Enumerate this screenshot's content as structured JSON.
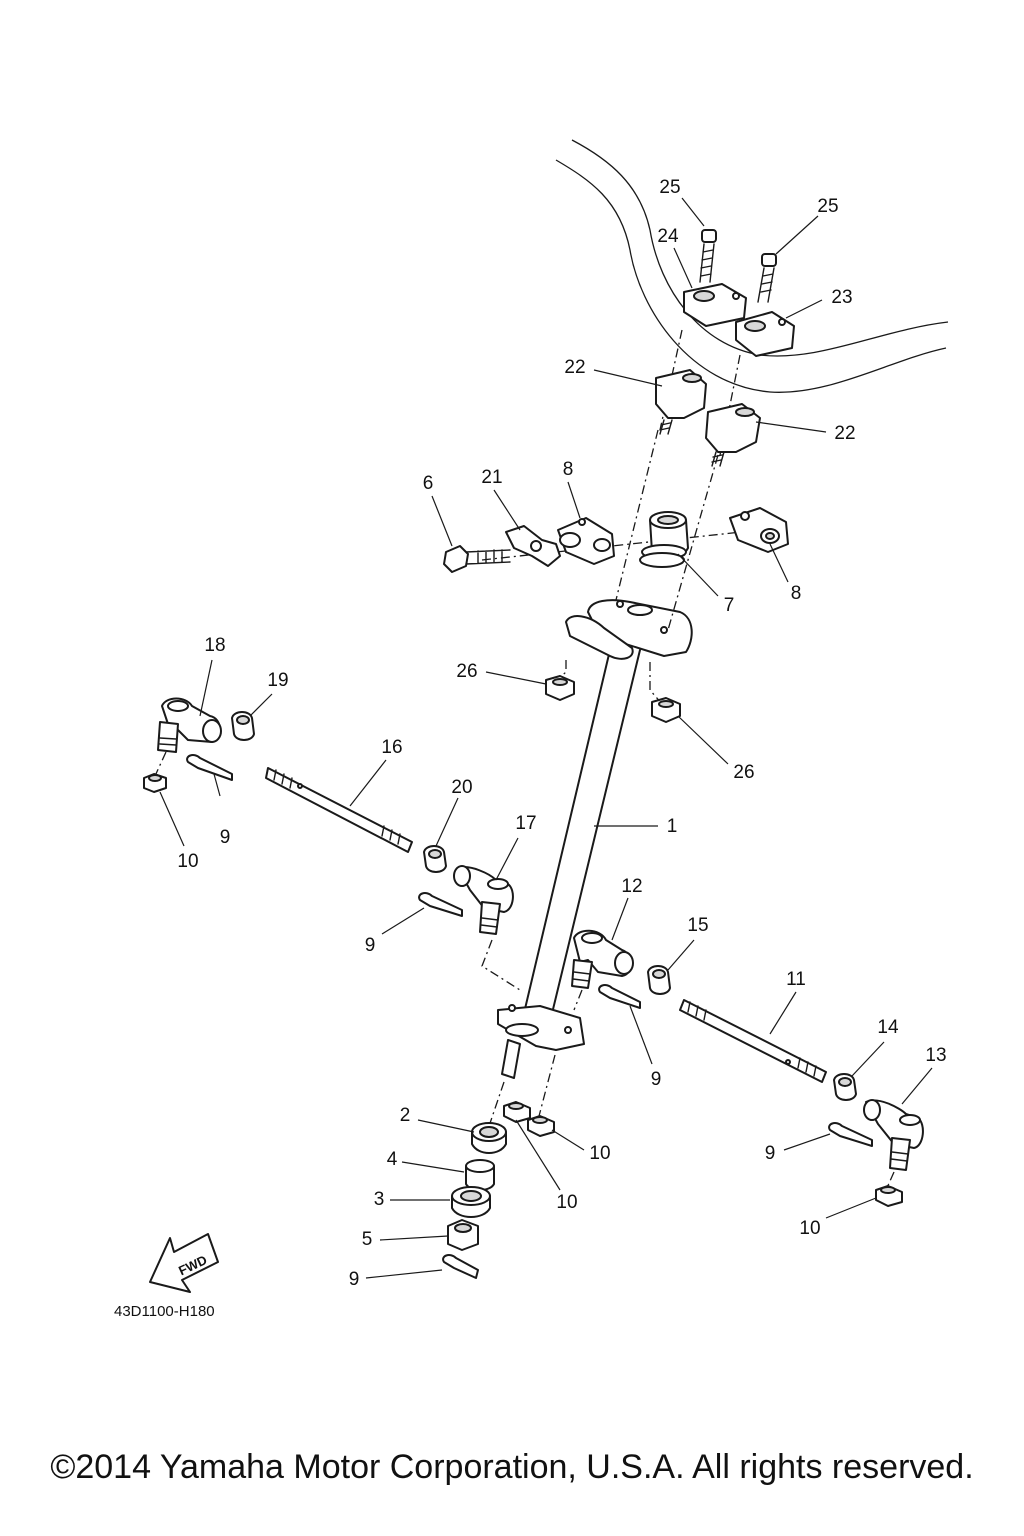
{
  "callouts": {
    "c1": "1",
    "c2": "2",
    "c3": "3",
    "c4": "4",
    "c5": "5",
    "c6": "6",
    "c7": "7",
    "c8a": "8",
    "c8b": "8",
    "c9a": "9",
    "c9b": "9",
    "c9c": "9",
    "c9d": "9",
    "c9e": "9",
    "c10a": "10",
    "c10b": "10",
    "c10c": "10",
    "c10d": "10",
    "c11": "11",
    "c12": "12",
    "c13": "13",
    "c14": "14",
    "c15": "15",
    "c16": "16",
    "c17": "17",
    "c18": "18",
    "c19": "19",
    "c20": "20",
    "c21": "21",
    "c22a": "22",
    "c22b": "22",
    "c23": "23",
    "c24": "24",
    "c25a": "25",
    "c25b": "25",
    "c26a": "26",
    "c26b": "26"
  },
  "fwd_label": "FWD",
  "diagram_code": "43D1100-H180",
  "copyright": "©2014 Yamaha Motor Corporation, U.S.A. All rights reserved."
}
